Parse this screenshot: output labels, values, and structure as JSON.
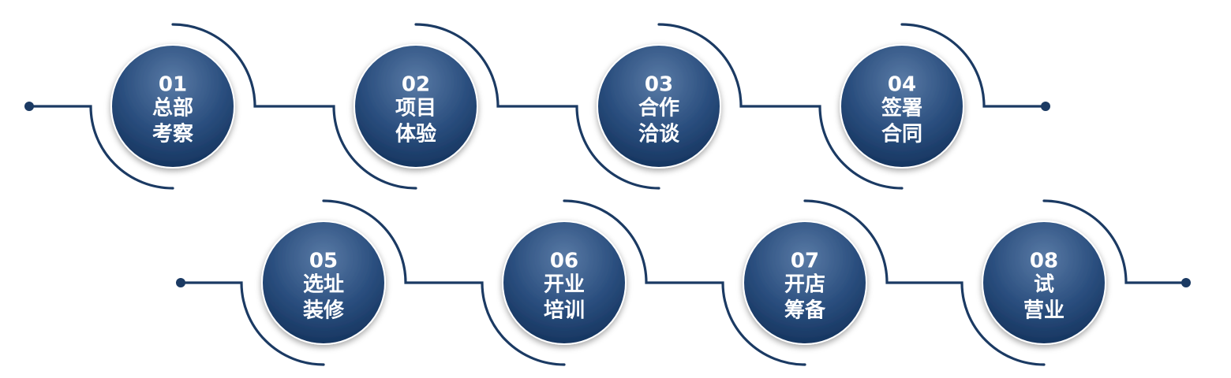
{
  "colors": {
    "line": "#1b3a63",
    "disc_light": "#4e6f99",
    "disc_dark": "#12305a",
    "text": "#ffffff"
  },
  "steps": [
    {
      "num": "01",
      "line1": "总部",
      "line2": "考察"
    },
    {
      "num": "02",
      "line1": "项目",
      "line2": "体验"
    },
    {
      "num": "03",
      "line1": "合作",
      "line2": "洽谈"
    },
    {
      "num": "04",
      "line1": "签署",
      "line2": "合同"
    },
    {
      "num": "05",
      "line1": "选址",
      "line2": "装修"
    },
    {
      "num": "06",
      "line1": "开业",
      "line2": "培训"
    },
    {
      "num": "07",
      "line1": "开店",
      "line2": "筹备"
    },
    {
      "num": "08",
      "line1": "试",
      "line2": "营业"
    }
  ]
}
